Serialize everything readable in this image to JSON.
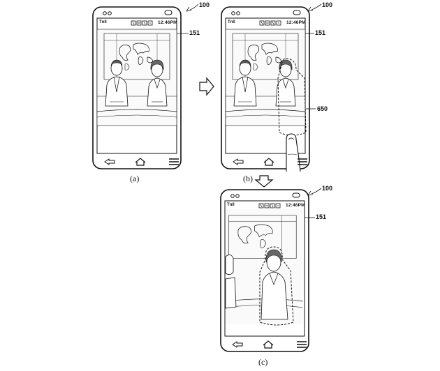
{
  "figure_labels": [
    "(a)",
    "(b)",
    "(c)"
  ],
  "reference_numerals": {
    "device": "100",
    "display": "151",
    "region": "650"
  },
  "status_bar": {
    "signal": "Tnll",
    "time": "12:46PM"
  },
  "icons": [
    "signal-icon",
    "status-icons",
    "back-icon",
    "home-icon",
    "menu-icon",
    "next-arrow-icon",
    "finger-icon"
  ]
}
